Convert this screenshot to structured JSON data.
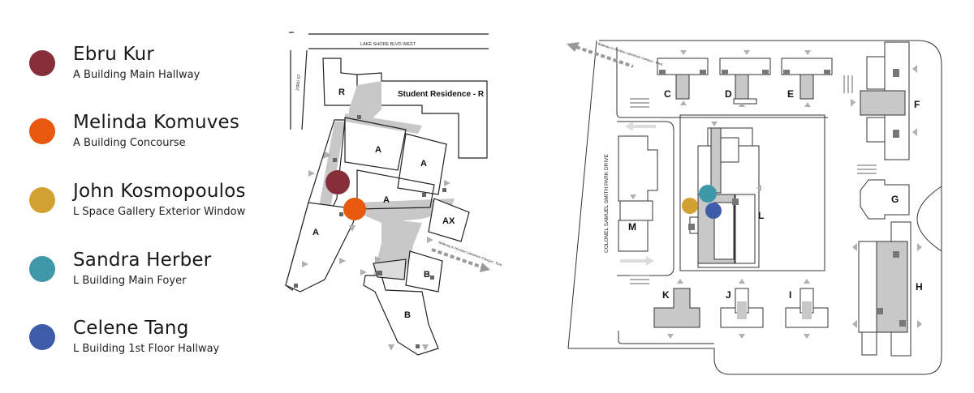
{
  "legend": [
    {
      "name": "Ebru Kur",
      "location": "A Building Main Hallway",
      "color": "#862f3a"
    },
    {
      "name": "Melinda Komuves",
      "location": "A Building Concourse",
      "color": "#e8590f"
    },
    {
      "name": "John Kosmopoulos",
      "location": "L Space Gallery Exterior Window",
      "color": "#d1a131"
    },
    {
      "name": "Sandra Herber",
      "location": "L Building Main Foyer",
      "color": "#3f98a8"
    },
    {
      "name": "Celene Tang",
      "location": "L Building 1st Floor Hallway",
      "color": "#3e5ca8"
    }
  ],
  "left_map": {
    "street_top": "LAKE SHORE BLVD WEST",
    "street_side": "23RD ST",
    "residence": "Student Residence - R",
    "walkway": "Walkway to Humber Lakeshore Campus - East",
    "buildings": {
      "r": "R",
      "a": "A",
      "ax": "AX",
      "b": "B"
    }
  },
  "right_map": {
    "walkway": "Walkway to Humber Lakeshore Campus - West",
    "drive": "COLONEL SAMUEL SMITH PARK DRIVE",
    "buildings": {
      "c": "C",
      "d": "D",
      "e": "E",
      "f": "F",
      "g": "G",
      "h": "H",
      "i": "I",
      "j": "J",
      "k": "K",
      "l": "L",
      "m": "M"
    }
  },
  "colors": {
    "outline": "#222222",
    "corridor": "#c8c8c8",
    "arrow": "#b0b0b0",
    "dark": "#666666"
  }
}
